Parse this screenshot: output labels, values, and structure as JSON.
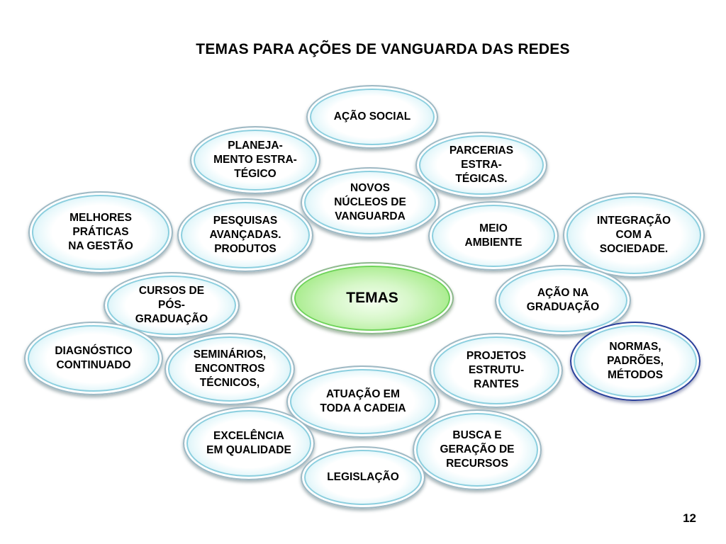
{
  "title": "TEMAS PARA AÇÕES DE VANGUARDA DAS REDES",
  "center_label": "TEMAS",
  "page_number": "12",
  "nodes": [
    "AÇÃO SOCIAL",
    "PLANEJA-\nMENTO ESTRA-\nTÉGICO",
    "PARCERIAS\nESTRA-\nTÉGICAS.",
    "NOVOS\nNÚCLEOS DE\nVANGUARDA",
    "MELHORES\nPRÁTICAS\nNA GESTÃO",
    "PESQUISAS\nAVANÇADAS.\nPRODUTOS",
    "MEIO\nAMBIENTE",
    "INTEGRAÇÃO\nCOM A\nSOCIEDADE.",
    "CURSOS DE\nPÓS-\nGRADUAÇÃO",
    "AÇÃO NA\nGRADUAÇÃO",
    "DIAGNÓSTICO\nCONTINUADO",
    "SEMINÁRIOS,\nENCONTROS\nTÉCNICOS,",
    "PROJETOS\nESTRUTU-\nRANTES",
    "NORMAS,\nPADRÕES,\nMÉTODOS",
    "ATUAÇÃO EM\nTODA A CADEIA",
    "EXCELÊNCIA\nEM QUALIDADE",
    "BUSCA E\nGERAÇÃO DE\nRECURSOS",
    "LEGISLAÇÃO"
  ]
}
